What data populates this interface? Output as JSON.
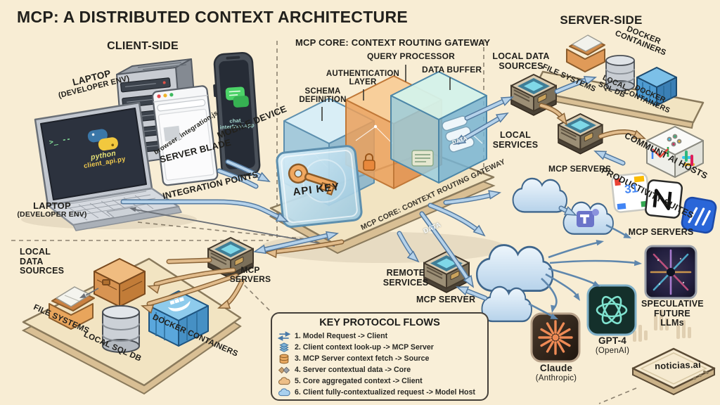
{
  "title": "MCP: A DISTRIBUTED CONTEXT ARCHITECTURE",
  "headings": {
    "client": "CLIENT-SIDE",
    "core": "MCP CORE: CONTEXT ROUTING GATEWAY",
    "server": "SERVER-SIDE"
  },
  "client": {
    "laptop_label": "LAPTOP",
    "laptop_sub": "(DEVELOPER ENV)",
    "terminal_prompt": ">_ --",
    "screen_app_line1": "python",
    "screen_app_line2": "client_api.py",
    "browser_file": "browser_integration.js",
    "server_blade_label": "SERVER BLADE",
    "mobile_label": "MOBILE DEVICE",
    "phone_app_line1": "chat_",
    "phone_app_line2": "interface.app",
    "integration_points": "INTEGRATION POINTS"
  },
  "core": {
    "schema": "SCHEMA DEFINITION",
    "auth": "AUTHENTICATION LAYER",
    "query": "QUERY PROCESSOR",
    "buffer": "DATA BUFFER",
    "api_key": "API KEY",
    "data": "DATA",
    "edge": "MCP CORE: CONTEXT ROUTING GATEWAY"
  },
  "right": {
    "local_data_sources": "LOCAL DATA SOURCES",
    "file_systems": "FILE SYSTEMS",
    "local_sql_db": "LOCAL SQL DB",
    "docker_containers": "DOCKER CONTAINERS",
    "docker_heading": "DOCKER CONTAINERS",
    "local_services": "LOCAL SERVICES",
    "mcp_servers": "MCP SERVERS",
    "ai_hosts": "COMMUNT AI HOSTS",
    "productivity": "PRODUCTIVITY SUITES",
    "mcp_servers2": "MCP SERVERS",
    "calendar_day": "31"
  },
  "left": {
    "local_data_sources": "LOCAL DATA SOURCES",
    "file_systems": "FILE SYSTEMS",
    "local_sql_db": "LOCAL SQL DB",
    "docker_containers": "DOCKER CONTAINERS",
    "mcp_servers": "MCP SERVERS"
  },
  "remote": {
    "services": "REMOTE SERVICES",
    "server": "MCP SERVER"
  },
  "models": {
    "claude": "Claude",
    "claude_org": "(Anthropic)",
    "gpt": "GPT-4",
    "gpt_org": "(OpenAI)",
    "speculative": "SPECULATIVE FUTURE LLMs"
  },
  "legend": {
    "title": "KEY PROTOCOL FLOWS",
    "items": [
      {
        "icon": "swap-arrows",
        "text": "1. Model Request -> Client"
      },
      {
        "icon": "stacked-layers",
        "text": "2. Client context look-up -> MCP Server"
      },
      {
        "icon": "database-cylinder",
        "text": "3. MCP Server context fetch -> Source"
      },
      {
        "icon": "diamond-arrows",
        "text": "4. Server contextual data -> Core"
      },
      {
        "icon": "orange-cloud",
        "text": "5. Core aggregated context -> Client"
      },
      {
        "icon": "blue-cloud",
        "text": "6. Client fully-contextualized request -> Model Host"
      }
    ]
  },
  "brand": "noticias.ai"
}
